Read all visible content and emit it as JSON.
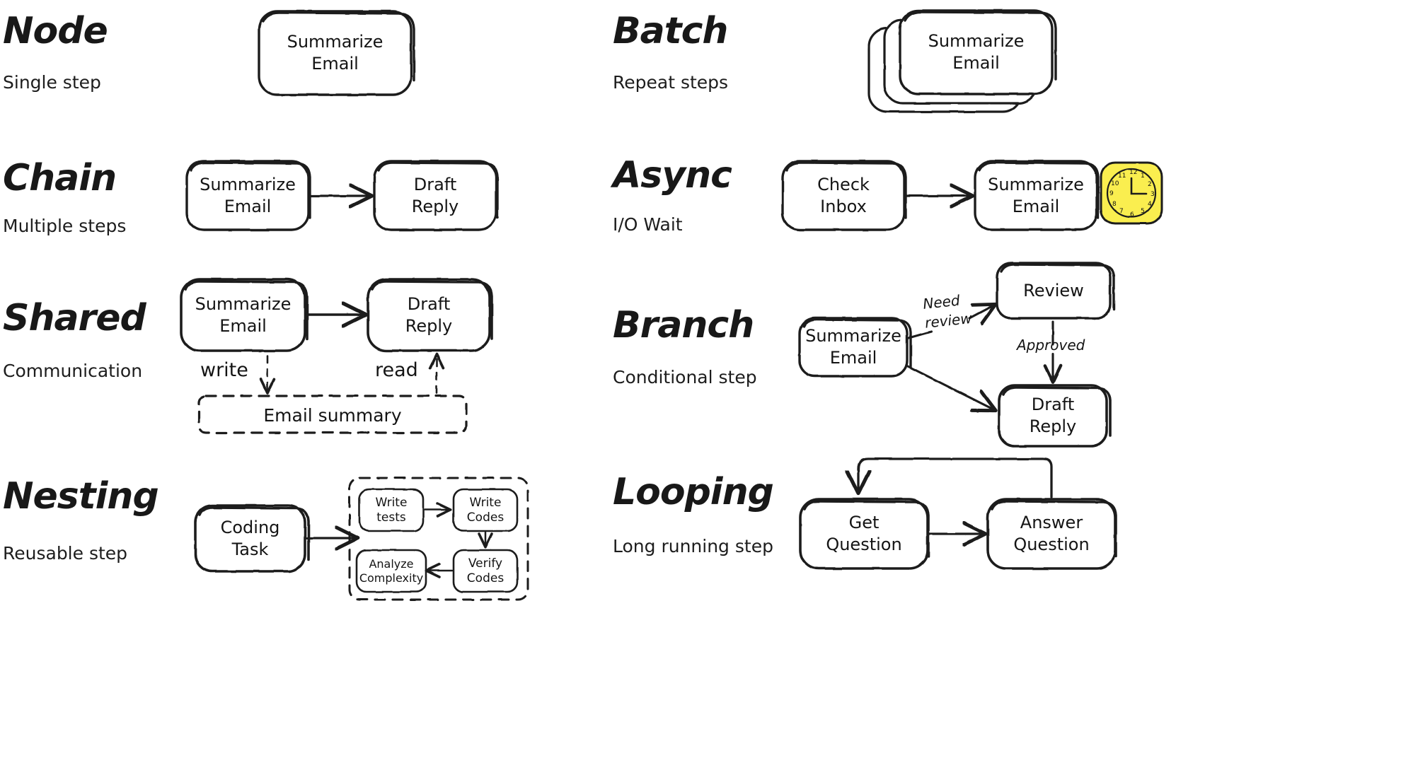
{
  "page": {
    "background": "#ffffff",
    "ink": "#1b1b1b",
    "accent_yellow": "#faee4f"
  },
  "sections": [
    {
      "id": "node",
      "title": "Node",
      "subtitle": "Single step",
      "nodes": [
        {
          "id": "n1",
          "label": "Summarize\nEmail"
        }
      ],
      "edges": [],
      "notes": "single rounded rectangle"
    },
    {
      "id": "batch",
      "title": "Batch",
      "subtitle": "Repeat steps",
      "nodes": [
        {
          "id": "b1",
          "label": "Summarize\nEmail"
        }
      ],
      "edges": [],
      "notes": "three stacked rounded rectangles"
    },
    {
      "id": "chain",
      "title": "Chain",
      "subtitle": "Multiple steps",
      "nodes": [
        {
          "id": "c1",
          "label": "Summarize\nEmail"
        },
        {
          "id": "c2",
          "label": "Draft\nReply"
        }
      ],
      "edges": [
        {
          "from": "c1",
          "to": "c2",
          "label": "",
          "style": "solid"
        }
      ]
    },
    {
      "id": "async",
      "title": "Async",
      "subtitle": "I/O Wait",
      "nodes": [
        {
          "id": "a1",
          "label": "Check\nInbox"
        },
        {
          "id": "a2",
          "label": "Summarize\nEmail"
        }
      ],
      "edges": [
        {
          "from": "a1",
          "to": "a2",
          "label": "",
          "style": "solid"
        }
      ],
      "icon": {
        "name": "clock-icon",
        "color": "#faee4f",
        "numerals": [
          "12",
          "1",
          "2",
          "3",
          "4",
          "5",
          "6",
          "7",
          "8",
          "9",
          "10",
          "11"
        ]
      }
    },
    {
      "id": "shared",
      "title": "Shared",
      "subtitle": "Communication",
      "nodes": [
        {
          "id": "s1",
          "label": "Summarize\nEmail"
        },
        {
          "id": "s2",
          "label": "Draft\nReply"
        },
        {
          "id": "store",
          "label": "Email summary",
          "style": "dashed"
        }
      ],
      "edges": [
        {
          "from": "s1",
          "to": "s2",
          "label": "",
          "style": "solid"
        },
        {
          "from": "s1",
          "to": "store",
          "label": "write",
          "style": "dashed"
        },
        {
          "from": "store",
          "to": "s2",
          "label": "read",
          "style": "dashed"
        }
      ]
    },
    {
      "id": "branch",
      "title": "Branch",
      "subtitle": "Conditional step",
      "nodes": [
        {
          "id": "br1",
          "label": "Summarize\nEmail"
        },
        {
          "id": "br2",
          "label": "Review"
        },
        {
          "id": "br3",
          "label": "Draft\nReply"
        }
      ],
      "edges": [
        {
          "from": "br1",
          "to": "br2",
          "label": "Need\nreview",
          "style": "solid"
        },
        {
          "from": "br2",
          "to": "br3",
          "label": "Approved",
          "style": "solid"
        },
        {
          "from": "br1",
          "to": "br3",
          "label": "",
          "style": "solid"
        }
      ]
    },
    {
      "id": "nesting",
      "title": "Nesting",
      "subtitle": "Reusable step",
      "nodes": [
        {
          "id": "ne0",
          "label": "Coding\nTask"
        },
        {
          "id": "ne1",
          "label": "Write\ntests"
        },
        {
          "id": "ne2",
          "label": "Write\nCodes"
        },
        {
          "id": "ne3",
          "label": "Verify\nCodes"
        },
        {
          "id": "ne4",
          "label": "Analyze\nComplexity"
        }
      ],
      "edges": [
        {
          "from": "ne0",
          "to": "ne1",
          "label": "",
          "style": "solid"
        },
        {
          "from": "ne1",
          "to": "ne2",
          "label": "",
          "style": "solid"
        },
        {
          "from": "ne2",
          "to": "ne3",
          "label": "",
          "style": "solid"
        },
        {
          "from": "ne3",
          "to": "ne4",
          "label": "",
          "style": "solid"
        }
      ],
      "group": {
        "style": "dashed",
        "label": ""
      }
    },
    {
      "id": "looping",
      "title": "Looping",
      "subtitle": "Long running step",
      "nodes": [
        {
          "id": "lo1",
          "label": "Get\nQuestion"
        },
        {
          "id": "lo2",
          "label": "Answer\nQuestion"
        }
      ],
      "edges": [
        {
          "from": "lo1",
          "to": "lo2",
          "label": "",
          "style": "solid"
        },
        {
          "from": "lo2",
          "to": "lo1",
          "label": "",
          "style": "solid-loopback"
        }
      ]
    }
  ]
}
